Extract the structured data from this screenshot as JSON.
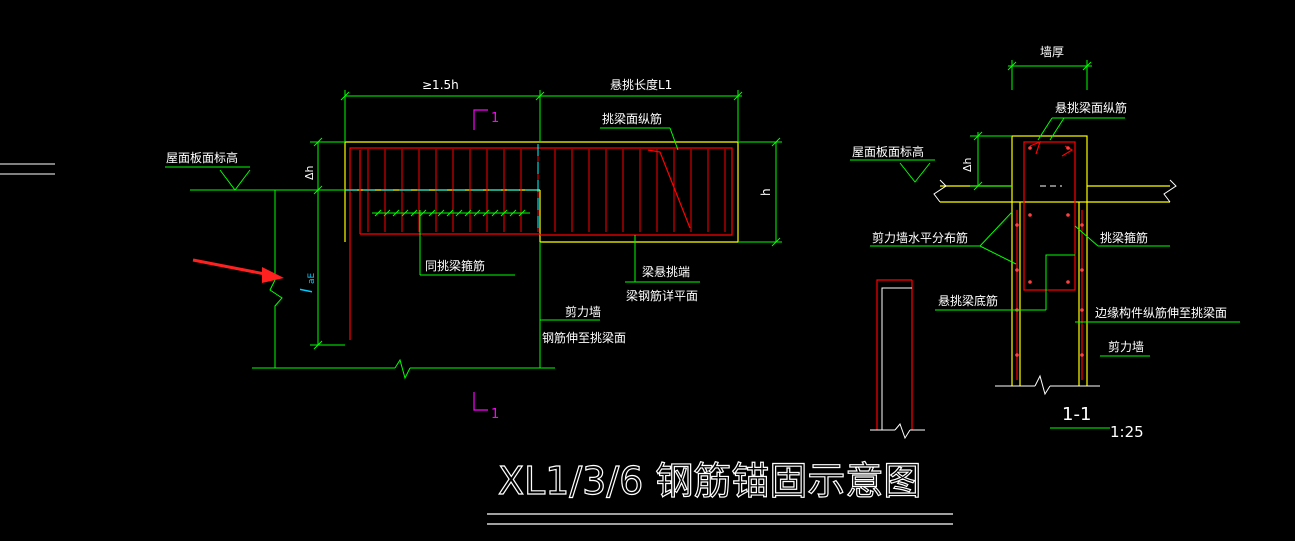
{
  "drawing": {
    "title": "XL1/3/6 钢筋锚固示意图",
    "left_view": {
      "dim_anchor": "≥1.5h",
      "dim_cantilever": "悬挑长度L1",
      "dim_dh": "Δh",
      "dim_h": "h",
      "lae": "l",
      "lae_sub": "aE",
      "section_mark_top": "1",
      "section_mark_bottom": "1",
      "labels": {
        "roof_elev": "屋面板面标高",
        "top_bars": "挑梁面纵筋",
        "same_stirrup": "同挑梁箍筋",
        "beam_end_1": "梁悬挑端",
        "beam_end_2": "梁钢筋详平面",
        "shear_wall": "剪力墙",
        "bars_extend": "钢筋伸至挑梁面"
      }
    },
    "section_view": {
      "dim_wall": "墙厚",
      "dim_dh": "Δh",
      "labels": {
        "top_bars": "悬挑梁面纵筋",
        "roof_elev": "屋面板面标高",
        "stirrup": "挑梁箍筋",
        "horiz_dist": "剪力墙水平分布筋",
        "bottom_bars": "悬挑梁底筋",
        "edge_member": "边缘构件纵筋伸至挑梁面",
        "shear_wall": "剪力墙"
      },
      "section_name": "1-1",
      "scale": "1:25"
    },
    "colors": {
      "background": "#000000",
      "rebar": "#ff0000",
      "dimension": "#00ff00",
      "outline": "#ffff00",
      "section_mark": "#ff00ff",
      "center_line": "#00ffff",
      "annotation": "#ffffff",
      "arrow": "#ff2020"
    }
  }
}
